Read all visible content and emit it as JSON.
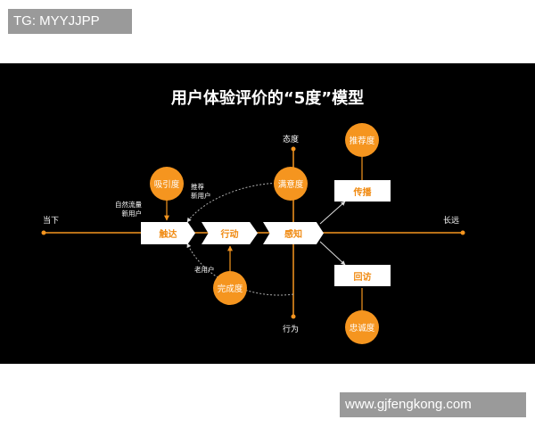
{
  "watermarks": {
    "top_left": "TG: MYYJJPP",
    "bottom_right": "www.gjfengkong.com"
  },
  "diagram": {
    "title": "用户体验评价的“5度”模型",
    "axis": {
      "left_label": "当下",
      "right_label": "长远",
      "top_label": "态度",
      "bottom_label": "行为"
    },
    "stages": [
      "触达",
      "行动",
      "感知"
    ],
    "branches": {
      "upper": "传播",
      "lower": "回访"
    },
    "circles": {
      "attraction": "吸引度",
      "completion": "完成度",
      "satisfaction": "满意度",
      "recommendation": "推荐度",
      "loyalty": "忠诚度"
    },
    "annotations": {
      "natural_traffic": [
        "自然流量",
        "新用户"
      ],
      "recommended": [
        "推荐",
        "新用户"
      ],
      "old_user": "老用户"
    },
    "colors": {
      "accent": "#f5951f",
      "background": "#000000",
      "box": "#ffffff"
    }
  }
}
